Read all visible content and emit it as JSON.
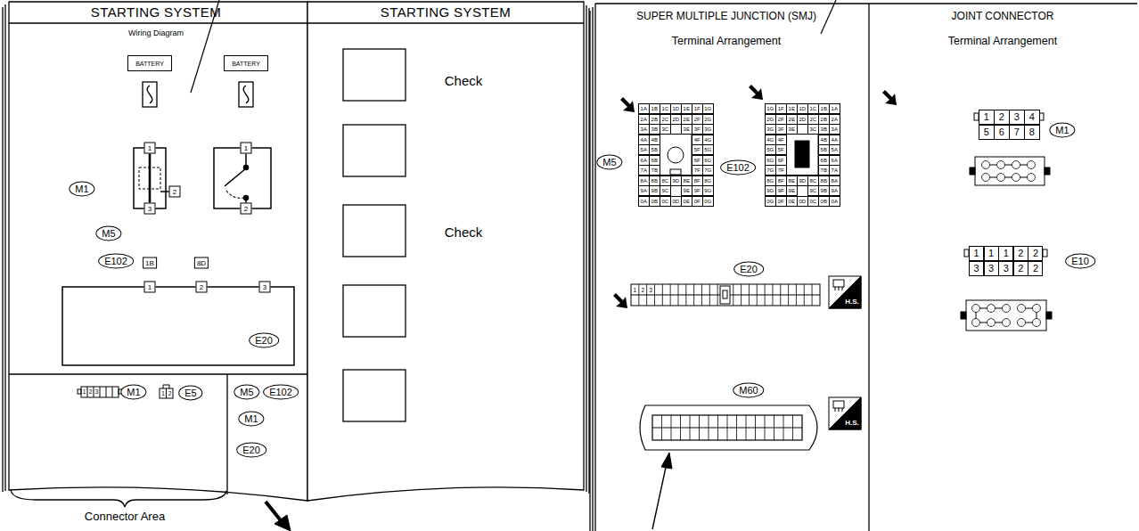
{
  "diagram": {
    "nodes": [
      {
        "text": [
          "BATTERY"
        ]
      },
      {
        "text": [
          "BATTERY"
        ]
      },
      {
        "text": [
          "1"
        ]
      },
      {
        "text": [
          "1"
        ]
      },
      {
        "text": [
          "2"
        ]
      },
      {
        "text": [
          "M1"
        ]
      },
      {
        "text": [
          "3"
        ]
      },
      {
        "text": [
          "2"
        ]
      },
      {
        "text": [
          "M5"
        ]
      },
      {
        "text": [
          "E102"
        ]
      },
      {
        "text": [
          "1B"
        ]
      },
      {
        "text": [
          "8D"
        ]
      },
      {
        "text": [
          "1"
        ]
      },
      {
        "text": [
          "2"
        ]
      },
      {
        "text": [
          "3"
        ]
      },
      {
        "text": [
          "E20"
        ]
      },
      {
        "text": [
          "M1"
        ]
      },
      {
        "text": [
          "E5"
        ]
      },
      {
        "text": [
          "M5"
        ]
      },
      {
        "text": [
          "E102"
        ]
      },
      {
        "text": [
          "M1"
        ]
      },
      {
        "text": [
          "E20"
        ]
      },
      {
        "text": [
          "M5"
        ]
      },
      {
        "text": [
          "E102"
        ]
      },
      {
        "text": [
          "E20"
        ]
      },
      {
        "text": [
          "M60"
        ]
      },
      {
        "text": [
          "M1"
        ]
      },
      {
        "text": [
          "E10"
        ]
      }
    ],
    "edges": [
      {
        "from": 0,
        "to": 2,
        "arrow": "none"
      },
      {
        "from": 1,
        "to": 3,
        "arrow": "none"
      },
      {
        "from": 6,
        "to": 10,
        "arrow": "none"
      },
      {
        "from": 10,
        "to": 12,
        "arrow": "none"
      },
      {
        "from": 4,
        "to": 11,
        "arrow": "none"
      },
      {
        "from": 11,
        "to": 13,
        "arrow": "none"
      },
      {
        "from": 7,
        "to": 14,
        "arrow": "none"
      },
      {
        "from": 10,
        "to": 11,
        "arrow": "none"
      }
    ],
    "labels": [
      "STARTING SYSTEM",
      "Wiring Diagram",
      "1",
      "2",
      "3",
      "1",
      "2",
      "Connector Area",
      "STARTING SYSTEM",
      "Check",
      "Check",
      "SUPER MULTIPLE JUNCTION (SMJ)",
      "Terminal Arrangement",
      "JOINT CONNECTOR",
      "Terminal Arrangement",
      "1A",
      "1B",
      "1C",
      "1D",
      "1E",
      "1F",
      "1G",
      "2A",
      "2B",
      "2C",
      "2D",
      "2E",
      "2F",
      "2G",
      "3A",
      "3B",
      "3C",
      "3E",
      "3F",
      "3G",
      "4A",
      "4B",
      "4F",
      "4G",
      "5A",
      "5B",
      "5F",
      "5G",
      "6A",
      "6B",
      "6F",
      "6G",
      "7A",
      "7B",
      "7F",
      "7G",
      "8A",
      "8B",
      "8C",
      "9D",
      "8E",
      "8F",
      "8G",
      "9A",
      "9B",
      "9C",
      "9E",
      "9F",
      "9G",
      "0A",
      "0B",
      "0C",
      "0D",
      "0E",
      "0F",
      "0G",
      "1G",
      "1F",
      "1E",
      "1D",
      "1C",
      "1B",
      "1A",
      "2G",
      "2F",
      "2E",
      "2D",
      "2C",
      "2B",
      "2A",
      "3G",
      "3F",
      "3E",
      "3C",
      "3B",
      "3A",
      "4G",
      "4F",
      "4B",
      "4A",
      "5G",
      "5F",
      "5B",
      "5A",
      "6G",
      "6F",
      "6B",
      "6A",
      "7G",
      "7F",
      "7B",
      "7A",
      "8G",
      "8F",
      "8E",
      "9D",
      "8C",
      "8B",
      "8A",
      "9G",
      "9F",
      "9E",
      "9C",
      "9B",
      "9A",
      "0G",
      "0F",
      "0E",
      "0D",
      "0C",
      "0B",
      "0A",
      "1",
      "2",
      "3",
      "H.S.",
      "H.S.",
      "1",
      "2",
      "3",
      "4",
      "5",
      "6",
      "7",
      "8",
      "1",
      "1",
      "1",
      "2",
      "2",
      "3",
      "3",
      "3",
      "2",
      "2"
    ]
  }
}
